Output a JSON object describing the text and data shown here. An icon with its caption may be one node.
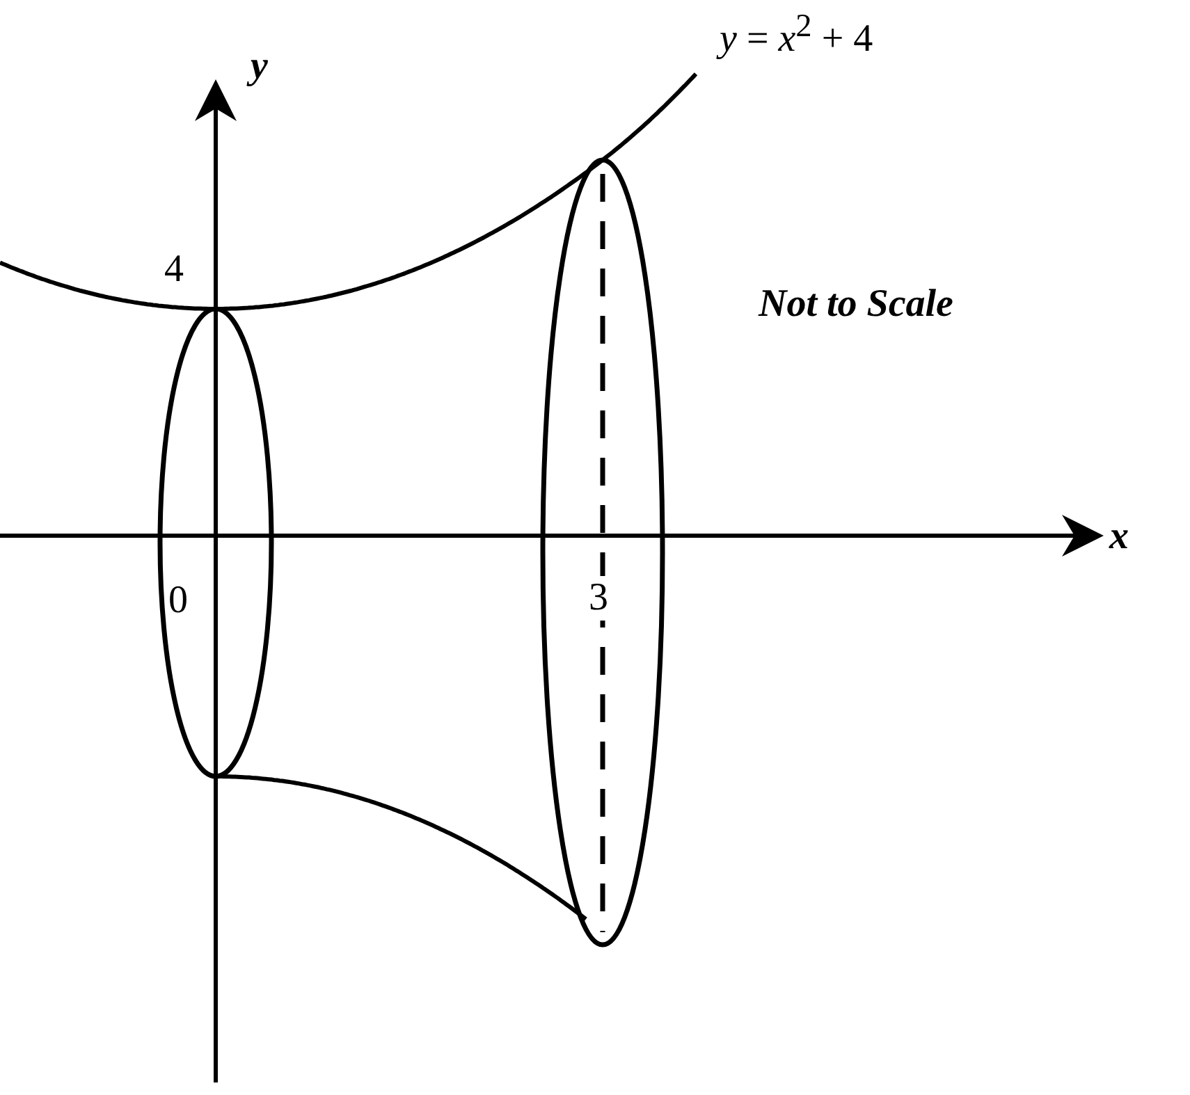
{
  "diagram": {
    "labels": [
      "*y* = *x*$^{2}$ + 4",
      "y",
      "4",
      "Not to Scale",
      "x",
      "0",
      "3"
    ]
  }
}
